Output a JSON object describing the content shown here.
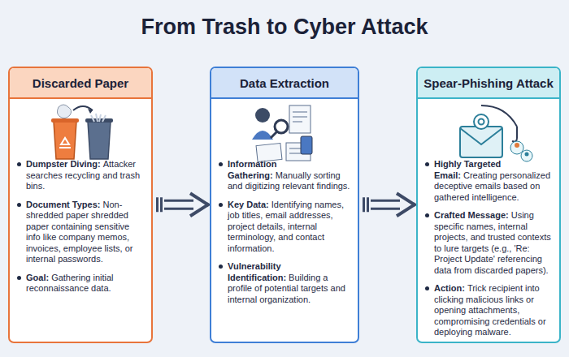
{
  "diagram": {
    "title": "From Trash to Cyber Attack",
    "nodes": [
      {
        "text": [
          "Discarded Paper",
          "Dumpster Diving:",
          "Attacker searches recycling and trash bins.",
          "Document Types:",
          "Non-shredded paper shredded paper containing sensitive info like company memos, invoices, employee lists, or internal passwords.",
          "Goal:",
          "Gathering initial reconnaissance data."
        ]
      },
      {
        "text": [
          "Data Extraction",
          "Information Gathering:",
          "Manually sorting and digitizing relevant findings.",
          "Key Data:",
          "Identifying names, job titles, email addresses, project details, internal terminology, and contact information.",
          "Vulnerability Identification:",
          "Building a profile of potential targets and internal organization."
        ]
      },
      {
        "text": [
          "Spear-Phishing Attack",
          "Highly Targeted Email:",
          "Creating personalized deceptive emails based on gathered intelligence.",
          "Crafted Message:",
          "Using specific names, internal projects, and trusted contexts to lure targets (e.g., 'Re: Project Update' referencing data from discarded papers).",
          "Action:",
          "Trick recipient into clicking malicious links or opening attachments, compromising credentials or deploying malware."
        ]
      }
    ],
    "edges": [
      {
        "from": 0,
        "to": 1,
        "arrow": "to"
      },
      {
        "from": 1,
        "to": 2,
        "arrow": "to"
      }
    ]
  }
}
